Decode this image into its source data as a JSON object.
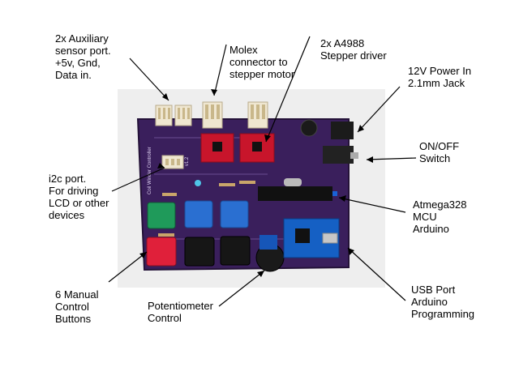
{
  "labels": {
    "aux_port": "2x Auxiliary\nsensor port.\n+5v, Gnd,\nData in.",
    "molex": "Molex\nconnector to\nstepper motor",
    "a4988": "2x A4988\nStepper driver",
    "power": "12V Power In\n2.1mm Jack",
    "switch": "ON/OFF\nSwitch",
    "i2c": "i2c port.\nFor driving\nLCD or other\ndevices",
    "mcu": "Atmega328\nMCU\nArduino",
    "buttons": "6 Manual\nControl\nButtons",
    "pot": "Potentiometer\nControl",
    "usb": "USB Port\nArduino\nProgramming"
  },
  "board_silkscreen": {
    "title": "Coil Winder Controller",
    "version": "v1.2"
  },
  "colors": {
    "pcb": "#3a1f5c",
    "button_green": "#1f9a5a",
    "button_blue": "#2a6fd1",
    "button_red": "#e0203a",
    "button_black": "#161616",
    "stepper_red": "#c8152b",
    "usb_blue": "#1560c4"
  }
}
